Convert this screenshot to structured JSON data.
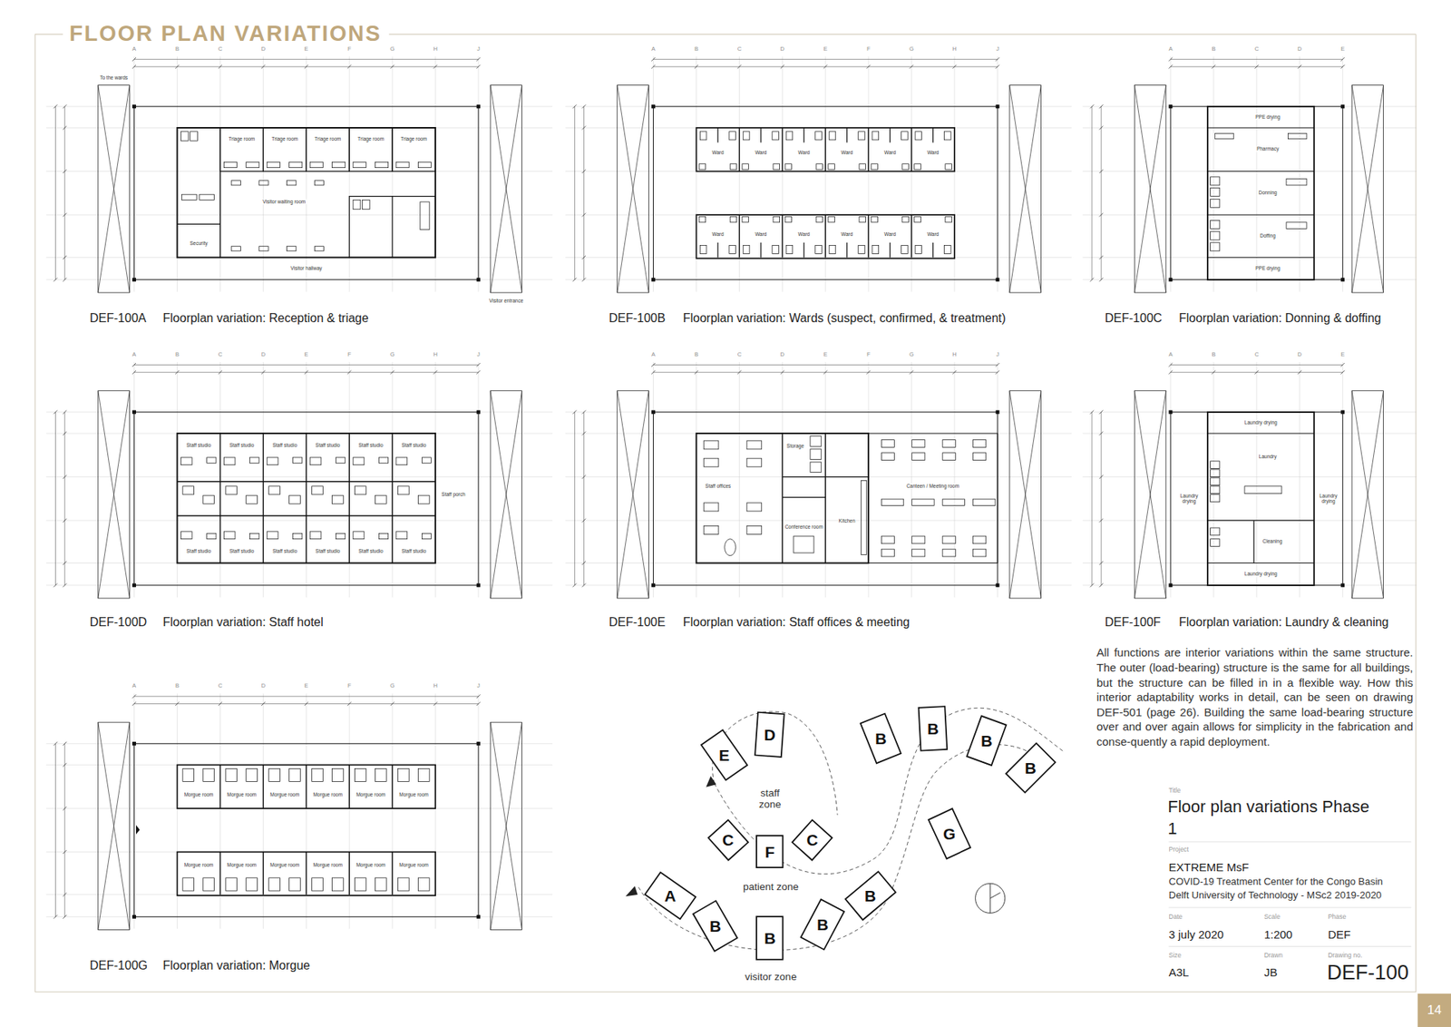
{
  "diagram": {
    "title": "FLOOR PLAN VARIATIONS",
    "nodes": [
      {
        "text": [
          "E"
        ]
      },
      {
        "text": [
          "D"
        ]
      },
      {
        "text": [
          "B"
        ]
      },
      {
        "text": [
          "B"
        ]
      },
      {
        "text": [
          "B"
        ]
      },
      {
        "text": [
          "B"
        ]
      },
      {
        "text": [
          "C"
        ]
      },
      {
        "text": [
          "F"
        ]
      },
      {
        "text": [
          "C"
        ]
      },
      {
        "text": [
          "G"
        ]
      },
      {
        "text": [
          "A"
        ]
      },
      {
        "text": [
          "B"
        ]
      },
      {
        "text": [
          "B"
        ]
      },
      {
        "text": [
          "B"
        ]
      },
      {
        "text": [
          "B"
        ]
      }
    ],
    "labels": [
      "A",
      "B",
      "C",
      "D",
      "E",
      "F",
      "G",
      "H",
      "J",
      "To the wards",
      "Triage room",
      "Triage room",
      "Triage room",
      "Triage room",
      "Triage room",
      "Security",
      "Visitor waiting room",
      "Visitor hallway",
      "Visitor entrance",
      "A",
      "B",
      "C",
      "D",
      "E",
      "F",
      "G",
      "H",
      "J",
      "Ward",
      "Ward",
      "Ward",
      "Ward",
      "Ward",
      "Ward",
      "Ward",
      "Ward",
      "Ward",
      "Ward",
      "Ward",
      "Ward",
      "A",
      "B",
      "C",
      "D",
      "E",
      "PPE drying",
      "Pharmacy",
      "Donning",
      "Doffing",
      "PPE drying",
      "A",
      "B",
      "C",
      "D",
      "E",
      "F",
      "G",
      "H",
      "J",
      "Staff studio",
      "Staff studio",
      "Staff studio",
      "Staff studio",
      "Staff studio",
      "Staff studio",
      "Staff porch",
      "Staff studio",
      "Staff studio",
      "Staff studio",
      "Staff studio",
      "Staff studio",
      "Staff studio",
      "A",
      "B",
      "C",
      "D",
      "E",
      "F",
      "G",
      "H",
      "J",
      "Storage",
      "Staff offices",
      "Canteen / Meeting room",
      "Conference room",
      "Kitchen",
      "A",
      "B",
      "C",
      "D",
      "E",
      "Laundry drying",
      "Laundry drying",
      "Laundry",
      "Laundry drying",
      "Cleaning",
      "Laundry drying",
      "A",
      "B",
      "C",
      "D",
      "E",
      "F",
      "G",
      "H",
      "J",
      "Morgue room",
      "Morgue room",
      "Morgue room",
      "Morgue room",
      "Morgue room",
      "Morgue room",
      "Morgue room",
      "Morgue room",
      "Morgue room",
      "Morgue room",
      "Morgue room",
      "Morgue room",
      "DEF-100A",
      "Floorplan variation: Reception & triage",
      "DEF-100B",
      "Floorplan variation: Wards (suspect, confirmed, & treatment)",
      "DEF-100C",
      "Floorplan variation: Donning & doffing",
      "DEF-100D",
      "Floorplan variation: Staff hotel",
      "DEF-100E",
      "Floorplan variation: Staff offices & meeting",
      "DEF-100F",
      "Floorplan variation: Laundry & cleaning",
      "DEF-100G",
      "Floorplan variation: Morgue",
      "staff zone",
      "patient zone",
      "visitor zone",
      "All functions are interior variations within the same structure. The outer (load-bearing) structure is the same for all buildings, but the structure can be filled in in a flexible way. How this interior adaptability works in detail, can be seen on drawing DEF-501 (page 26). Building the same load-bearing structure over and over again allows for simplicity in the fabrication and conse-quently a rapid deployment.",
      "Title",
      "Floor plan variations Phase 1",
      "Project",
      "EXTREME MsF",
      "COVID-19 Treatment Center for the Congo Basin",
      "Delft University of Technology - MSc2 2019-2020",
      "Date",
      "Scale",
      "Phase",
      "3 july 2020",
      "1:200",
      "DEF",
      "Size",
      "Drawn",
      "Drawing no.",
      "A3L",
      "JB",
      "DEF-100",
      "14"
    ]
  }
}
